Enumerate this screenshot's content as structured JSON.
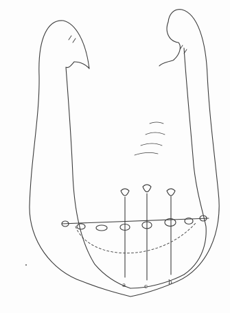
{
  "figure": {
    "ink_color": "#3a3a3a",
    "paper_color": "#fdfdfd",
    "labels": [
      {
        "id": "left",
        "text": "a"
      },
      {
        "id": "middle",
        "text": "c"
      },
      {
        "id": "right",
        "text": "b"
      }
    ]
  }
}
